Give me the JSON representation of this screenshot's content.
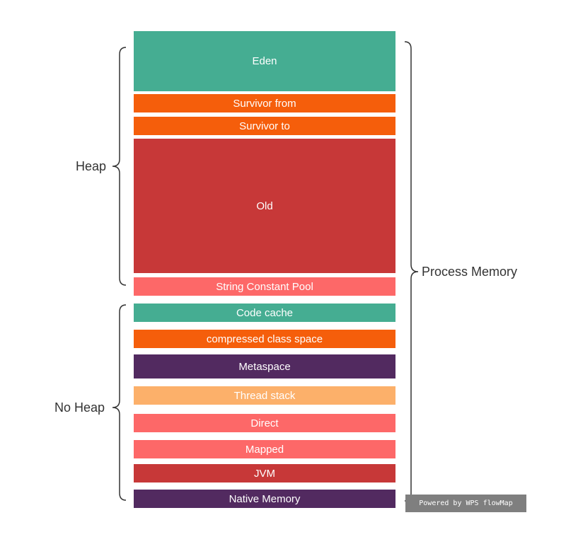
{
  "labels": {
    "heap": "Heap",
    "no_heap": "No Heap",
    "process_memory": "Process Memory"
  },
  "blocks": [
    {
      "label": "Eden",
      "color": "#45ad92"
    },
    {
      "label": "Survivor from",
      "color": "#f55e0b"
    },
    {
      "label": "Survivor to",
      "color": "#f55e0b"
    },
    {
      "label": "Old",
      "color": "#c73838"
    },
    {
      "label": "String Constant Pool",
      "color": "#fd6868"
    },
    {
      "label": "Code cache",
      "color": "#45ad92"
    },
    {
      "label": "compressed class space",
      "color": "#f55e0b"
    },
    {
      "label": "Metaspace",
      "color": "#522a60"
    },
    {
      "label": "Thread stack",
      "color": "#fcb06a"
    },
    {
      "label": "Direct",
      "color": "#fd6868"
    },
    {
      "label": "Mapped",
      "color": "#fd6868"
    },
    {
      "label": "JVM",
      "color": "#c73838"
    },
    {
      "label": "Native Memory",
      "color": "#522a60"
    }
  ],
  "watermark": "Powered by WPS flowMap"
}
